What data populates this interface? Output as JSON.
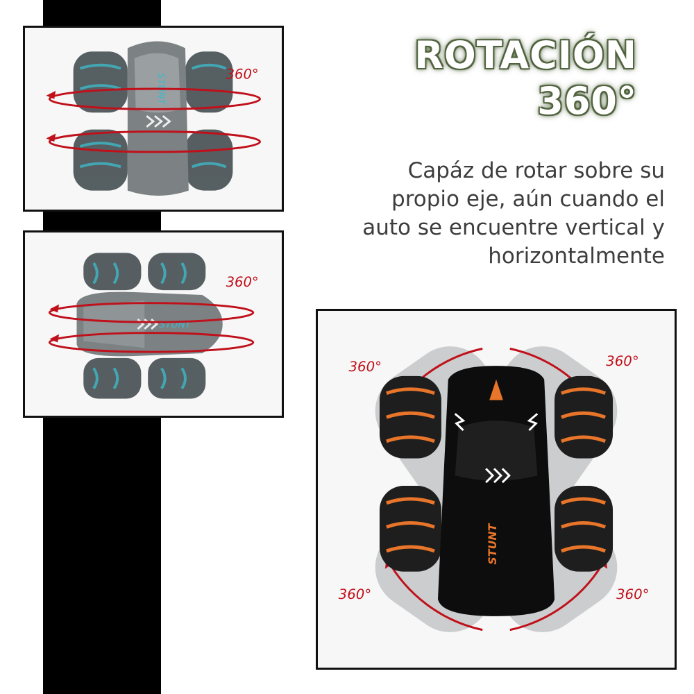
{
  "title": {
    "line1": "ROTACIÓN",
    "line2": "360°"
  },
  "description": {
    "lines": [
      "Capáz de rotar sobre su",
      "propio eje, aún cuando el",
      "auto se encuentre vertical y",
      "horizontalmente"
    ]
  },
  "photos": {
    "top": {
      "rotation_label": "360°",
      "car_text": "STUNT"
    },
    "middle": {
      "rotation_label": "360°",
      "car_text": "STUNT"
    },
    "bottom": {
      "labels": [
        "360°",
        "360°",
        "360°",
        "360°"
      ],
      "car_text": "STUNT"
    }
  },
  "colors": {
    "title_glow": "#52643f",
    "description_text": "#3d3d3d",
    "arrow_red": "#c0101a",
    "accent_cyan": "#3fb8c8",
    "accent_orange": "#e8752a"
  }
}
